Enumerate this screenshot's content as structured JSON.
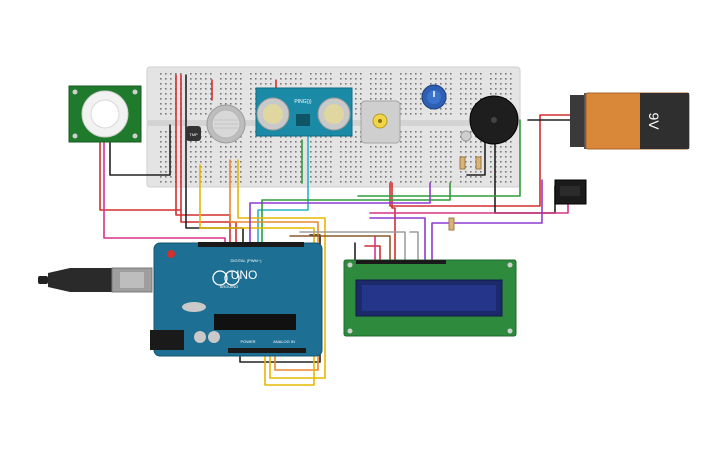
{
  "battery": {
    "voltage_label": "9V",
    "body_color": "#d9883a",
    "cap_color": "#3a3a3a"
  },
  "ping": {
    "label": "PING)))"
  },
  "tmp": {
    "label": "TMP"
  },
  "arduino": {
    "model_label": "UNO",
    "brand_label": "ARDUINO",
    "digital_label": "DIGITAL (PWM~)",
    "power_label": "POWER",
    "analog_label": "ANALOG IN",
    "board_color": "#1d6f93"
  },
  "lcd": {
    "board_color": "#2e8b3e",
    "screen_color": "#1c2a6b"
  },
  "relay": {
    "label": ""
  },
  "wire_colors": {
    "red": "#d32f2f",
    "black": "#222222",
    "green": "#2e9d3a",
    "yellow": "#e6b800",
    "orange": "#e8892b",
    "pink": "#d6338a",
    "purple": "#8e3bd0",
    "cyan": "#28b3c7",
    "brown": "#8b5a2b",
    "gray": "#9e9e9e"
  }
}
